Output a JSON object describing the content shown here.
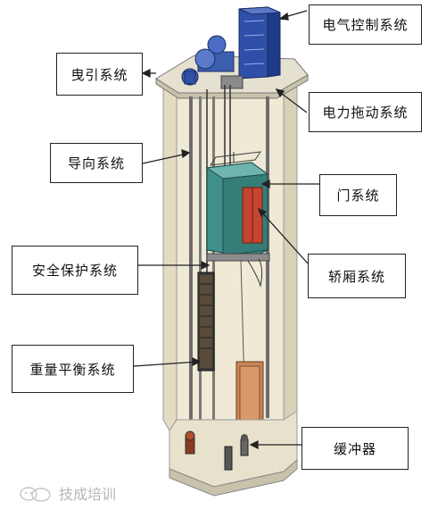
{
  "labels": {
    "electrical_control": "电气控制系统",
    "traction": "曳引系统",
    "power_drive": "电力拖动系统",
    "guide": "导向系统",
    "door": "门系统",
    "safety": "安全保护系统",
    "car": "轿厢系统",
    "counterweight": "重量平衡系统",
    "buffer": "缓冲器"
  },
  "watermark": "技成培训",
  "colors": {
    "shaft_wall": "#ded6bc",
    "car": "#3f8f8a",
    "control_cabinet": "#2f4fa8",
    "door_panel": "#c4452f",
    "counterweight": "#c8875a",
    "line": "#222222"
  }
}
